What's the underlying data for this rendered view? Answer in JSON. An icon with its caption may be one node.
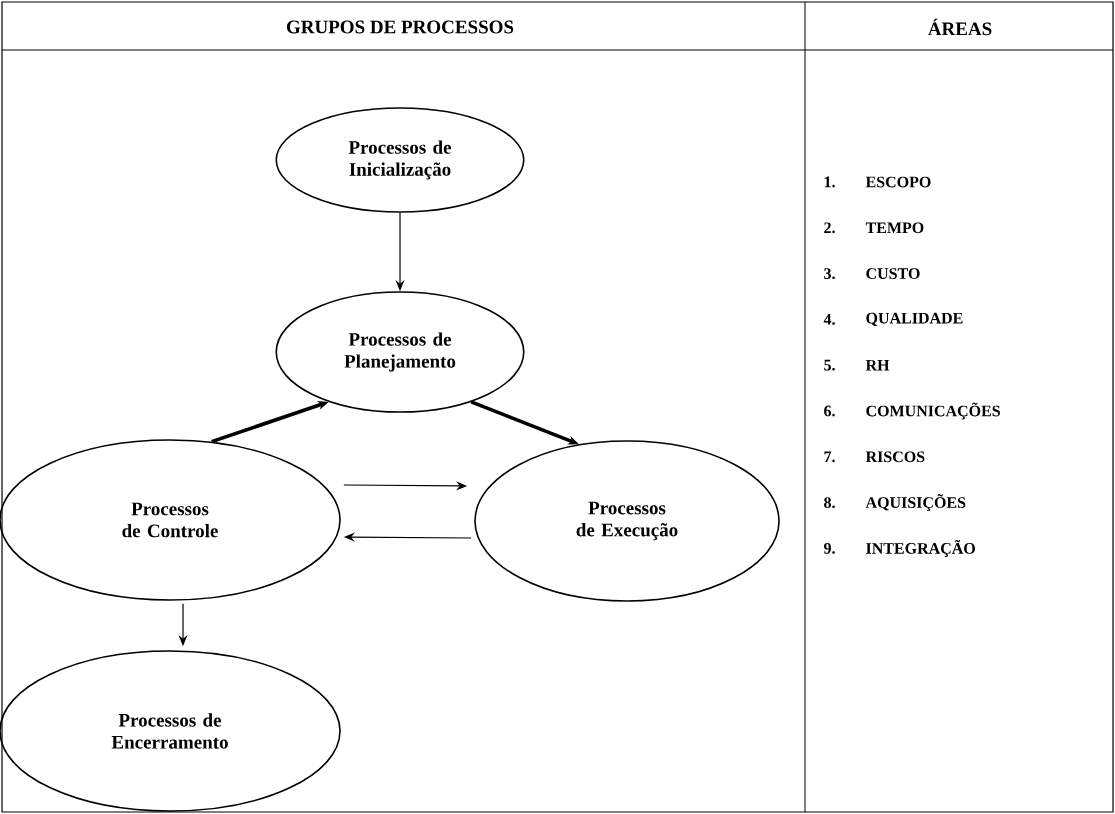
{
  "diagram": {
    "nodes": [
      {
        "text": [
          "Processos de Inicialização"
        ]
      },
      {
        "text": [
          "Processos de Planejamento"
        ]
      },
      {
        "text": [
          "Processos de Controle"
        ]
      },
      {
        "text": [
          "Processos de Execução"
        ]
      },
      {
        "text": [
          "Processos de Encerramento"
        ]
      }
    ],
    "edges": [
      {
        "from": 0,
        "to": 1,
        "arrow": "to"
      },
      {
        "from": 2,
        "to": 1,
        "arrow": "to",
        "style": "thick"
      },
      {
        "from": 1,
        "to": 3,
        "arrow": "to",
        "style": "thick"
      },
      {
        "from": 2,
        "to": 3,
        "arrow": "to"
      },
      {
        "from": 3,
        "to": 2,
        "arrow": "to"
      },
      {
        "from": 2,
        "to": 4,
        "arrow": "to"
      }
    ],
    "labels": [
      "GRUPOS DE PROCESSOS",
      "ÁREAS",
      "1.",
      "ESCOPO",
      "2.",
      "TEMPO",
      "3.",
      "CUSTO",
      "4.",
      "QUALIDADE",
      "5.",
      "RH",
      "6.",
      "COMUNICAÇÕES",
      "7.",
      "RISCOS",
      "8.",
      "AQUISIÇÕES",
      "9.",
      "INTEGRAÇÃO"
    ]
  }
}
